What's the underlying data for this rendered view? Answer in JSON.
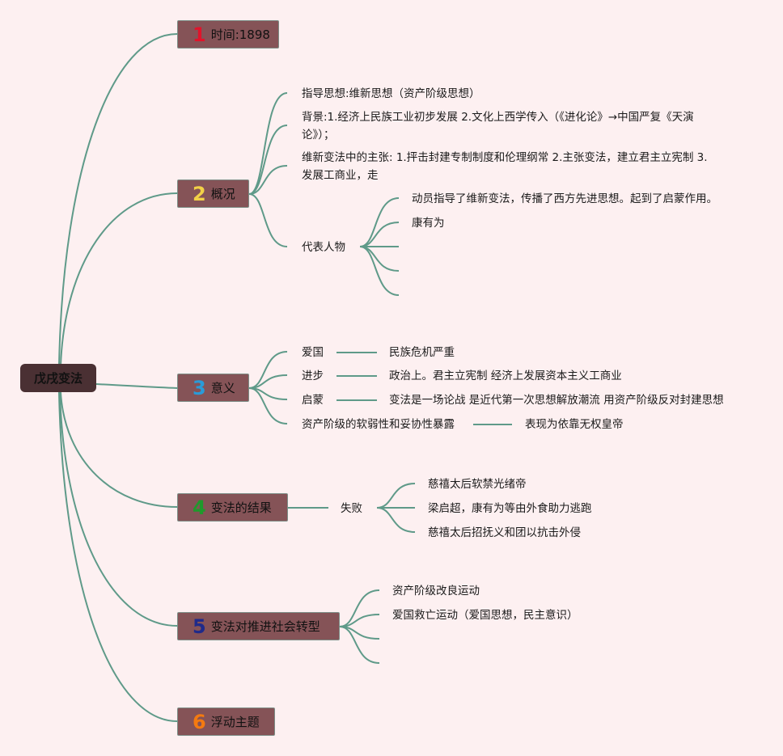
{
  "root": {
    "label": "戊戌变法"
  },
  "branches": [
    {
      "number": "1",
      "number_color": "#e0142b",
      "label": "时间:1898"
    },
    {
      "number": "2",
      "number_color": "#f2d147",
      "label": "概况",
      "children": [
        {
          "label": "指导思想:维新思想（资产阶级思想）"
        },
        {
          "label": "背景:1.经济上民族工业初步发展 2.文化上西学传入（《进化论》→中国严复《天演论》）；"
        },
        {
          "label": "维新变法中的主张: 1.抨击封建专制制度和伦理纲常 2.主张变法，建立君主立宪制 3.发展工商业，走"
        },
        {
          "label": "代表人物",
          "children": [
            {
              "label": "动员指导了维新变法，传播了西方先进思想。起到了启蒙作用。"
            },
            {
              "label": "康有为"
            },
            {
              "label": ""
            },
            {
              "label": ""
            },
            {
              "label": ""
            }
          ]
        }
      ]
    },
    {
      "number": "3",
      "number_color": "#2a9bd8",
      "label": "意义",
      "children": [
        {
          "label": "爱国",
          "detail": "民族危机严重"
        },
        {
          "label": "进步",
          "detail": "政治上。君主立宪制 经济上发展资本主义工商业"
        },
        {
          "label": "启蒙",
          "detail": "变法是一场论战 是近代第一次思想解放潮流 用资产阶级反对封建思想"
        },
        {
          "label": "资产阶级的软弱性和妥协性暴露",
          "detail": "表现为依靠无权皇帝"
        }
      ]
    },
    {
      "number": "4",
      "number_color": "#1f9a2c",
      "label": "变法的结果",
      "children": [
        {
          "label": "失败",
          "children": [
            {
              "label": "慈禧太后软禁光绪帝"
            },
            {
              "label": "梁启超，康有为等由外食助力逃跑"
            },
            {
              "label": "慈禧太后招抚义和团以抗击外侵"
            }
          ]
        }
      ]
    },
    {
      "number": "5",
      "number_color": "#1f2a8a",
      "label": "变法对推进社会转型",
      "children": [
        {
          "label": "资产阶级改良运动"
        },
        {
          "label": "爱国救亡运动（爱国思想，民主意识）"
        },
        {
          "label": ""
        },
        {
          "label": ""
        }
      ]
    },
    {
      "number": "6",
      "number_color": "#f47a10",
      "label": "浮动主题"
    }
  ]
}
